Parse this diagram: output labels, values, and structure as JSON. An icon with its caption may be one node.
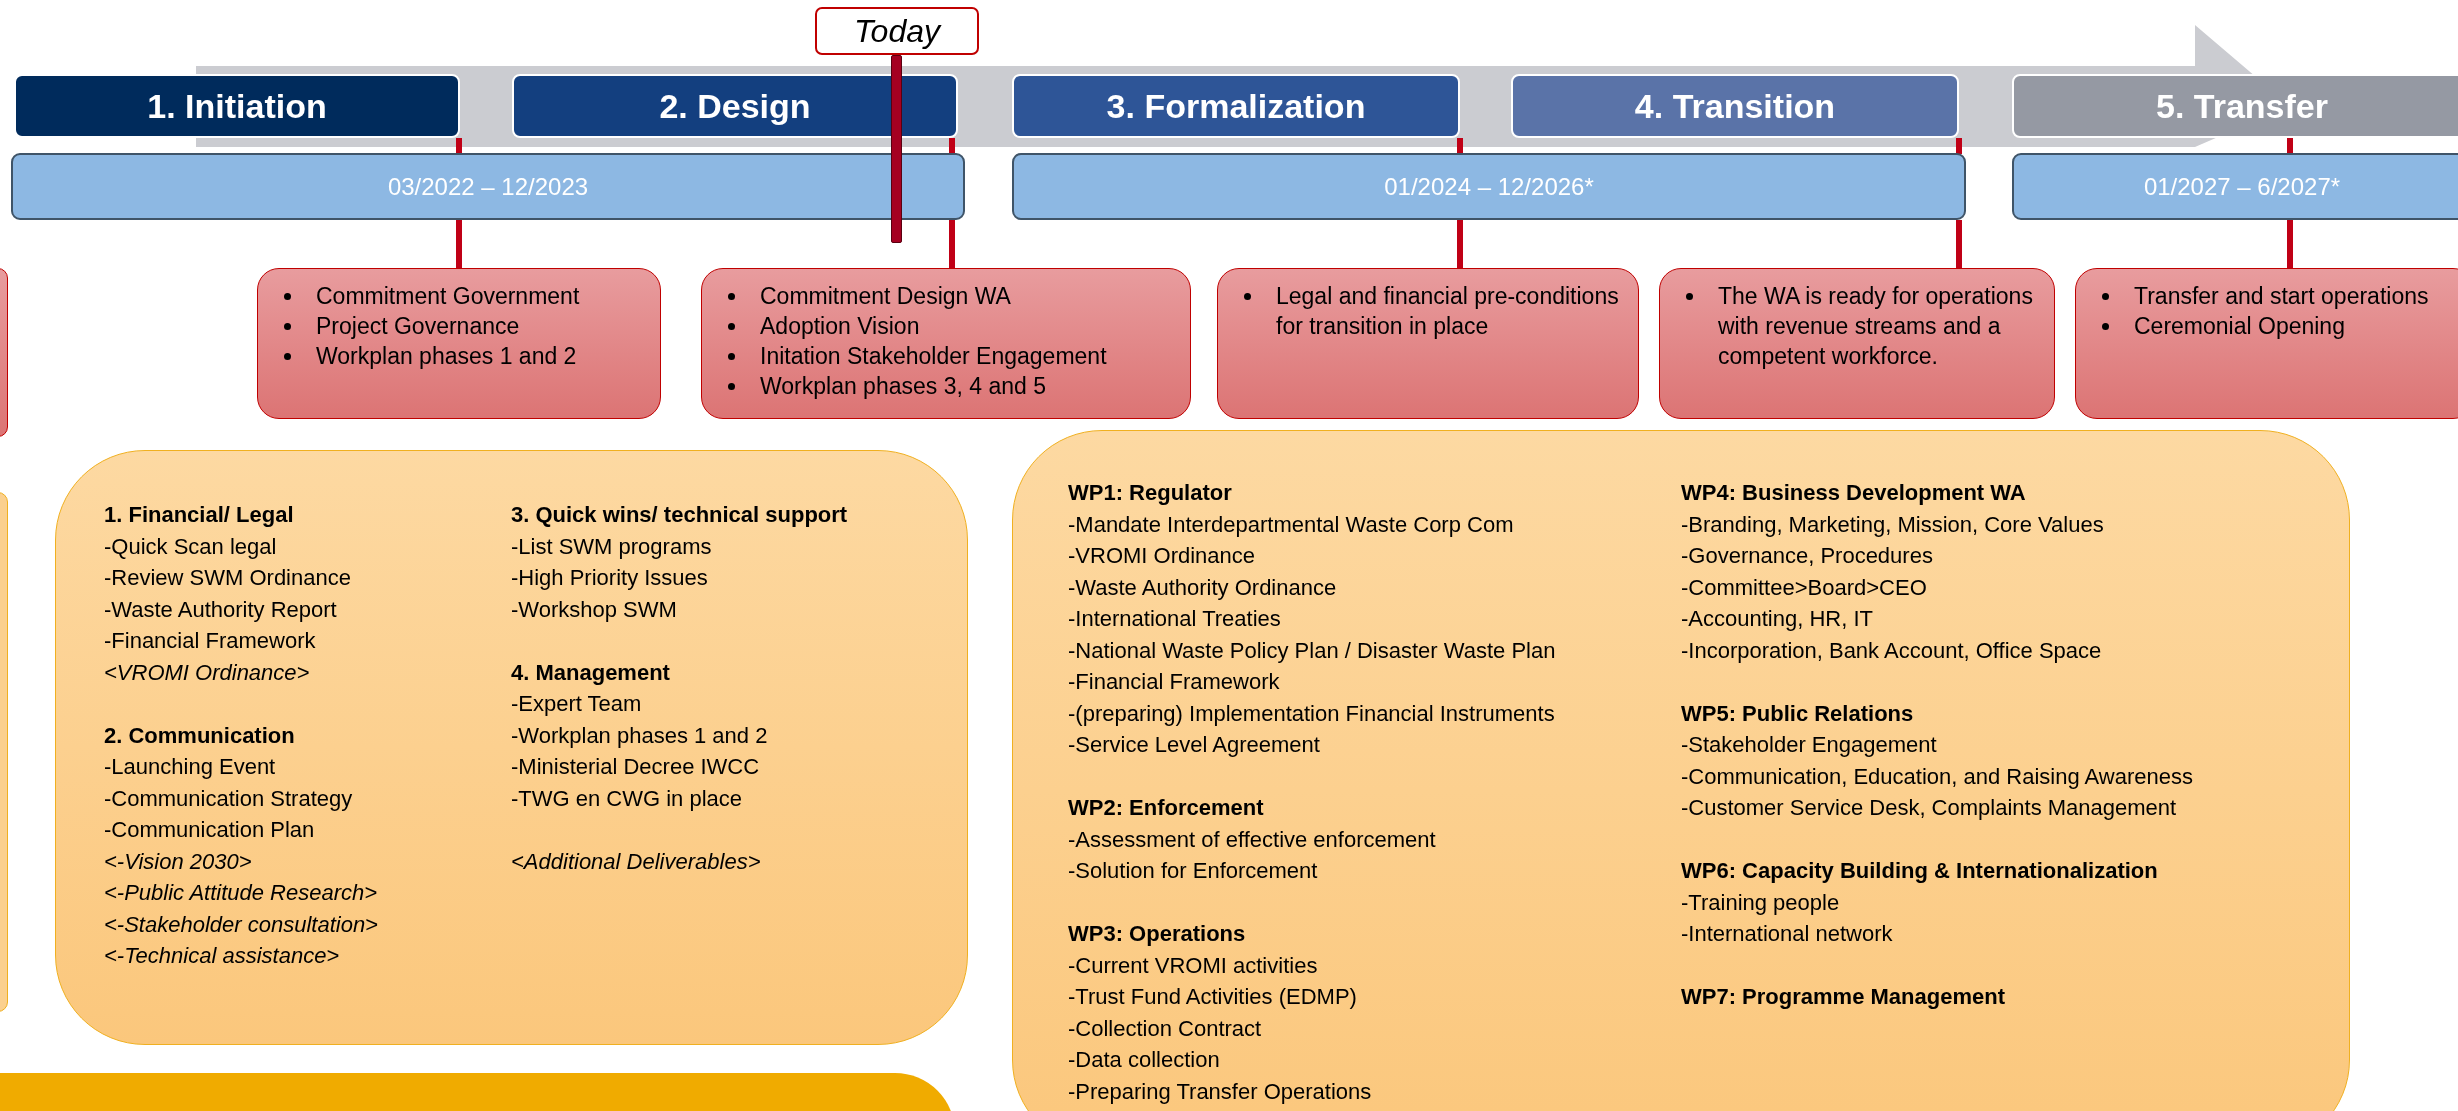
{
  "diagram": {
    "nodes": [
      {
        "text": [
          "Today"
        ]
      },
      {
        "text": [
          "1. Initiation"
        ]
      },
      {
        "text": [
          "2. Design"
        ]
      },
      {
        "text": [
          "3. Formalization"
        ]
      },
      {
        "text": [
          "4. Transition"
        ]
      },
      {
        "text": [
          "5. Transfer"
        ]
      },
      {
        "text": [
          "03/2022 – 12/2023"
        ]
      },
      {
        "text": [
          "01/2024 – 12/2026*"
        ]
      },
      {
        "text": [
          "01/2027 – 6/2027*"
        ]
      },
      {
        "text": [],
        "shape": "box"
      },
      {
        "text": [
          "Commitment Government",
          "Project Governance",
          "Workplan phases 1 and 2"
        ]
      },
      {
        "text": [
          "Commitment Design WA",
          "Adoption Vision",
          "Initation Stakeholder Engagement",
          "Workplan phases 3, 4 and 5"
        ]
      },
      {
        "text": [
          "Legal and financial pre-conditions for transition in place"
        ]
      },
      {
        "text": [
          "The WA is ready for operations with revenue streams and a competent workforce."
        ]
      },
      {
        "text": [
          "Transfer and start operations",
          "Ceremonial Opening"
        ]
      },
      {
        "text": [],
        "shape": "box"
      },
      {
        "text": [
          "1. Financial/ Legal",
          "-Quick Scan legal",
          "-Review SWM Ordinance",
          "-Waste Authority Report",
          "-Financial Framework",
          "<VROMI Ordinance>",
          "2. Communication",
          "-Launching Event",
          "-Communication Strategy",
          "-Communication Plan",
          "<-Vision 2030>",
          "<-Public Attitude Research>",
          "<-Stakeholder consultation>",
          "<-Technical assistance>",
          "3. Quick wins/ technical support",
          "-List SWM programs",
          "-High Priority Issues",
          "-Workshop SWM",
          "4. Management",
          "-Expert Team",
          "-Workplan phases 1 and 2",
          "-Ministerial Decree IWCC",
          "-TWG en CWG in place",
          "<Additional Deliverables>"
        ]
      },
      {
        "text": [
          "WP1: Regulator",
          "-Mandate Interdepartmental Waste Corp Com",
          "-VROMI Ordinance",
          "-Waste Authority Ordinance",
          "-International Treaties",
          "-National Waste Policy Plan / Disaster Waste Plan",
          "-Financial Framework",
          "-(preparing) Implementation Financial Instruments",
          "-Service Level Agreement",
          "WP2: Enforcement",
          "-Assessment of effective enforcement",
          "-Solution for Enforcement",
          "WP3: Operations",
          "-Current VROMI activities",
          "-Trust Fund Activities (EDMP)",
          "-Collection Contract",
          "-Data collection",
          "-Preparing Transfer Operations",
          "WP4: Business Development WA",
          "-Branding, Marketing, Mission, Core Values",
          "-Governance, Procedures",
          "-Committee>Board>CEO",
          "-Accounting, HR, IT",
          "-Incorporation, Bank Account, Office Space",
          "WP5: Public Relations",
          "-Stakeholder Engagement",
          "-Communication, Education, and Raising Awareness",
          "-Customer Service Desk, Complaints Management",
          "WP6: Capacity Building & Internationalization",
          "-Training people",
          "-International network",
          "WP7: Programme Management"
        ]
      },
      {
        "text": [],
        "shape": "box"
      }
    ],
    "edges": [
      {
        "from": 6,
        "to": 10,
        "arrow": "none"
      },
      {
        "from": 6,
        "to": 11,
        "arrow": "none"
      },
      {
        "from": 7,
        "to": 12,
        "arrow": "none"
      },
      {
        "from": 7,
        "to": 13,
        "arrow": "none"
      },
      {
        "from": 8,
        "to": 14,
        "arrow": "none"
      }
    ]
  }
}
